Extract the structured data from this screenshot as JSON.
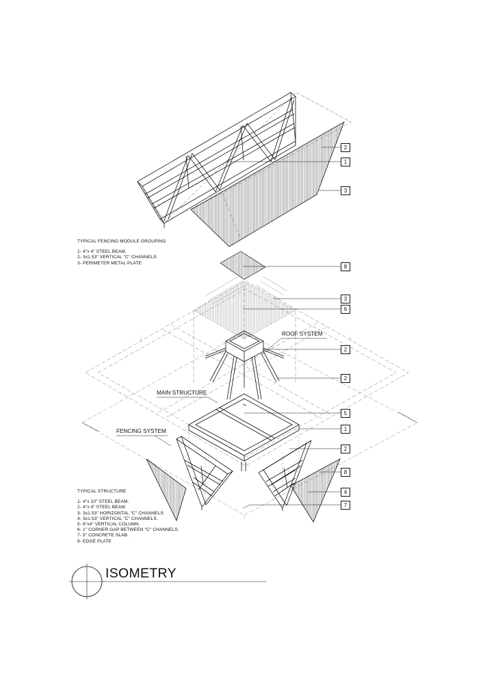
{
  "title": "ISOMETRY",
  "fencing_legend": {
    "title": "TYPICAL FENCING MODULE GROUPING",
    "items": [
      "1- 4\"x 4\" STEEL BEAM.",
      "2- 3x1.53\" VERTICAL \"C\" CHANNELS.",
      "3- PERIMETER METAL PLATE"
    ]
  },
  "structure_legend": {
    "title": "TYPICAL STRUCTURE",
    "items": [
      "1- 4\"x 10\" STEEL BEAM.",
      "2- 4\"x 4\" STEEL BEAM.",
      "3- 3x1.53\" HORIZONTAL \"C\" CHANNELS.",
      "4- 3x1.53\" VERTICAL \"C\" CHANNELS.",
      "5- 6\"x4\" VERTICAL COLUMN.",
      "6- 1\" CORNER GAP BETWEEN \"C\" CHANNELS.",
      "7- 5\" CONCRETE SLAB.",
      "8- EDGE PLATE"
    ]
  },
  "system_labels": {
    "roof": "ROOF SYSTEM",
    "main": "MAIN STRUCTURE",
    "fencing": "FENCING SYSTEM"
  },
  "callouts": {
    "fencing_module": [
      "2",
      "1",
      "3"
    ],
    "structure": [
      "8",
      "3",
      "6",
      "2",
      "2",
      "5",
      "1",
      "2",
      "8",
      "4",
      "7"
    ]
  },
  "colors": {
    "line": "#111111",
    "hidden_line": "#9a9a9a",
    "paper": "#ffffff"
  }
}
